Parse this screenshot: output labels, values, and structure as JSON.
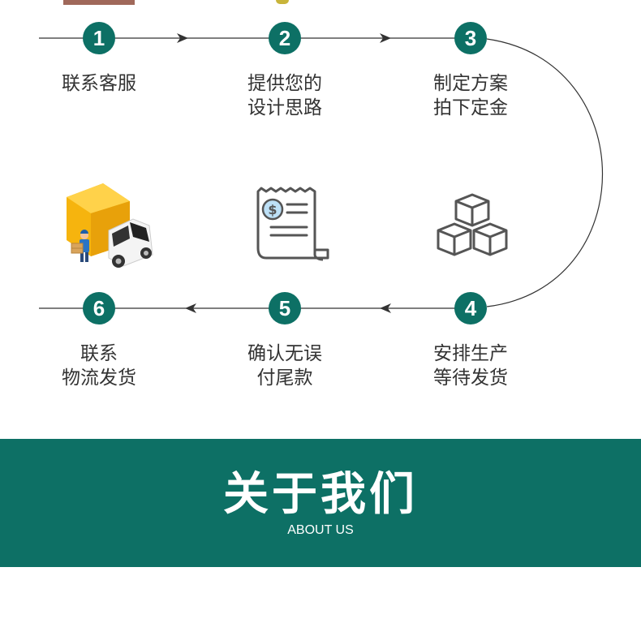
{
  "colors": {
    "accent": "#0d7065",
    "line": "#333333",
    "text": "#333333",
    "icon_stroke": "#555555",
    "truck_yellow": "#f6b40e"
  },
  "steps": [
    {
      "number": "1",
      "line1": "联系客服",
      "line2": ""
    },
    {
      "number": "2",
      "line1": "提供您的",
      "line2": "设计思路"
    },
    {
      "number": "3",
      "line1": "制定方案",
      "line2": "拍下定金"
    },
    {
      "number": "4",
      "line1": "安排生产",
      "line2": "等待发货"
    },
    {
      "number": "5",
      "line1": "确认无误",
      "line2": "付尾款"
    },
    {
      "number": "6",
      "line1": "联系",
      "line2": "物流发货"
    }
  ],
  "icons": {
    "truck": "delivery-truck-icon",
    "receipt": "receipt-dollar-icon",
    "boxes": "stacked-boxes-icon"
  },
  "banner": {
    "title": "关于我们",
    "subtitle": "ABOUT US"
  }
}
